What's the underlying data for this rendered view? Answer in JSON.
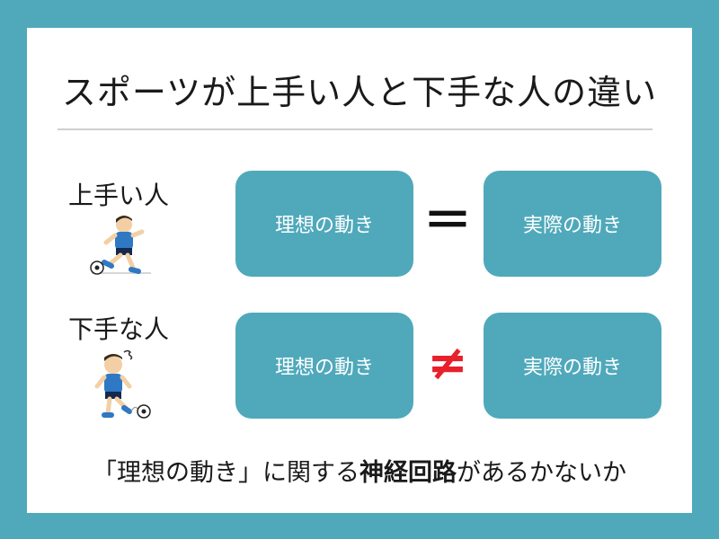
{
  "title": "スポーツが上手い人と下手な人の違い",
  "rows": [
    {
      "label": "上手い人",
      "left_box": "理想の動き",
      "operator": "＝",
      "operator_color": "#111111",
      "right_box": "実際の動き",
      "figure_icon": "skilled-player-icon"
    },
    {
      "label": "下手な人",
      "left_box": "理想の動き",
      "operator": "≠",
      "operator_color": "#e8202a",
      "right_box": "実際の動き",
      "figure_icon": "unskilled-player-icon"
    }
  ],
  "footer": {
    "before": "「理想の動き」に関する",
    "emphasis": "神経回路",
    "after": "があるかないか"
  },
  "colors": {
    "background": "#4fa9bb",
    "box": "#4fa9bb",
    "card": "#ffffff"
  }
}
